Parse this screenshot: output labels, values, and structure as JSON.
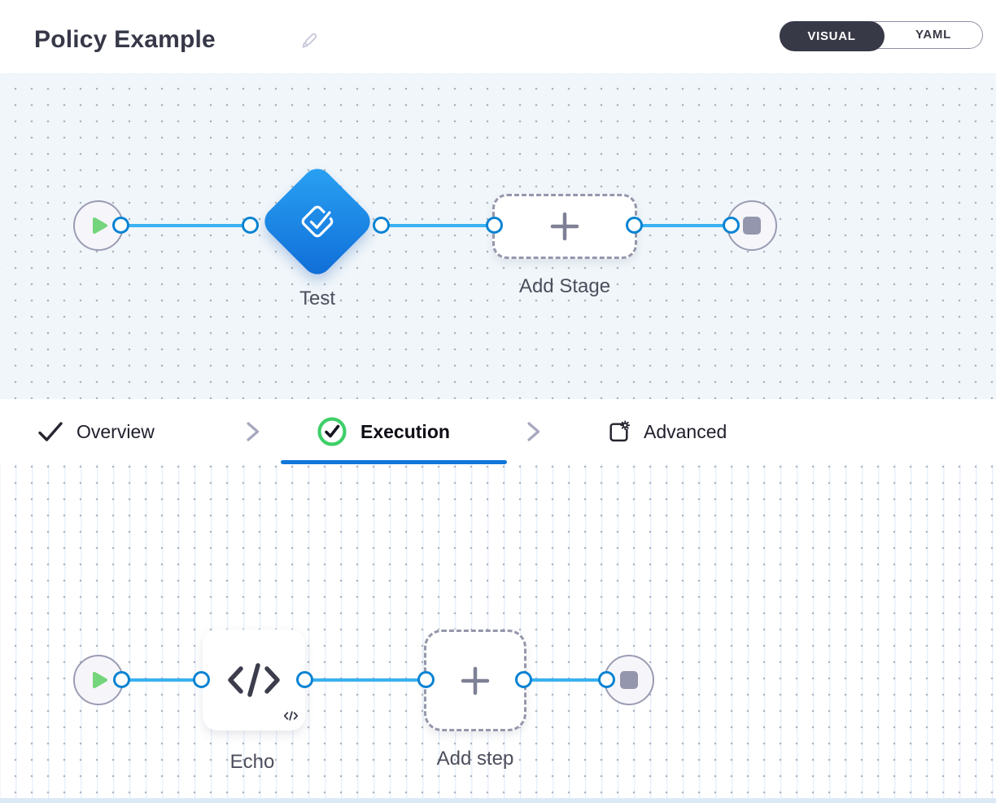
{
  "header": {
    "title": "Policy Example"
  },
  "view_toggle": {
    "visual_label": "VISUAL",
    "yaml_label": "YAML",
    "selected": "VISUAL"
  },
  "stage_pipeline": {
    "stage_label": "Test",
    "add_stage_label": "Add Stage",
    "nodes": [
      {
        "type": "start",
        "icon": "play-icon"
      },
      {
        "type": "stage",
        "label": "Test",
        "icon": "approval-check-icon"
      },
      {
        "type": "add-stage",
        "label": "Add Stage",
        "icon": "plus-icon"
      },
      {
        "type": "end",
        "icon": "stop-icon"
      }
    ]
  },
  "tabs": {
    "overview_label": "Overview",
    "execution_label": "Execution",
    "advanced_label": "Advanced",
    "active_tab": "Execution",
    "items": [
      {
        "label": "Overview",
        "icon": "check-icon",
        "state": "complete"
      },
      {
        "label": "Execution",
        "icon": "check-circle-icon",
        "state": "active"
      },
      {
        "label": "Advanced",
        "icon": "advanced-settings-icon",
        "state": "default"
      }
    ]
  },
  "step_pipeline": {
    "step_label": "Echo",
    "add_step_label": "Add step",
    "nodes": [
      {
        "type": "start",
        "icon": "play-icon"
      },
      {
        "type": "step",
        "label": "Echo",
        "icon": "code-icon"
      },
      {
        "type": "add-step",
        "label": "Add step",
        "icon": "plus-icon"
      },
      {
        "type": "end",
        "icon": "stop-icon"
      }
    ]
  },
  "colors": {
    "accent_blue": "#0f77d9",
    "connector_blue": "#39b1f2",
    "port_border_blue": "#0983d2",
    "stage_gradient_start": "#2aa3f3",
    "stage_gradient_end": "#0f6cd7",
    "success_green": "#3ecf69",
    "play_green": "#74d57c",
    "dark_slate": "#383946",
    "label_gray": "#4d4e5d",
    "canvas_top_bg": "#f0f6fa",
    "canvas_bottom_bg": "#ffffff"
  }
}
